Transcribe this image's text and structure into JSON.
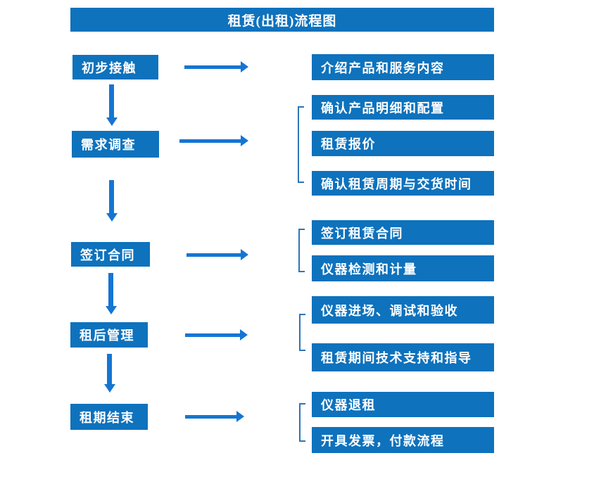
{
  "title": "租赁(出租)流程图",
  "colors": {
    "box_fill": "#0E72BD",
    "box_text": "#FFFFFF",
    "arrow": "#1575D3",
    "bracket": "#2E75B6",
    "background": "#FFFFFF"
  },
  "steps": [
    {
      "label": "初步接触",
      "details": [
        "介绍产品和服务内容"
      ]
    },
    {
      "label": "需求调查",
      "details": [
        "确认产品明细和配置",
        "租赁报价",
        "确认租赁周期与交货时间"
      ]
    },
    {
      "label": "签订合同",
      "details": [
        "签订租赁合同",
        "仪器检测和计量"
      ]
    },
    {
      "label": "租后管理",
      "details": [
        "仪器进场、调试和验收",
        "租赁期间技术支持和指导"
      ]
    },
    {
      "label": "租期结束",
      "details": [
        "仪器退租",
        "开具发票，付款流程"
      ]
    }
  ]
}
